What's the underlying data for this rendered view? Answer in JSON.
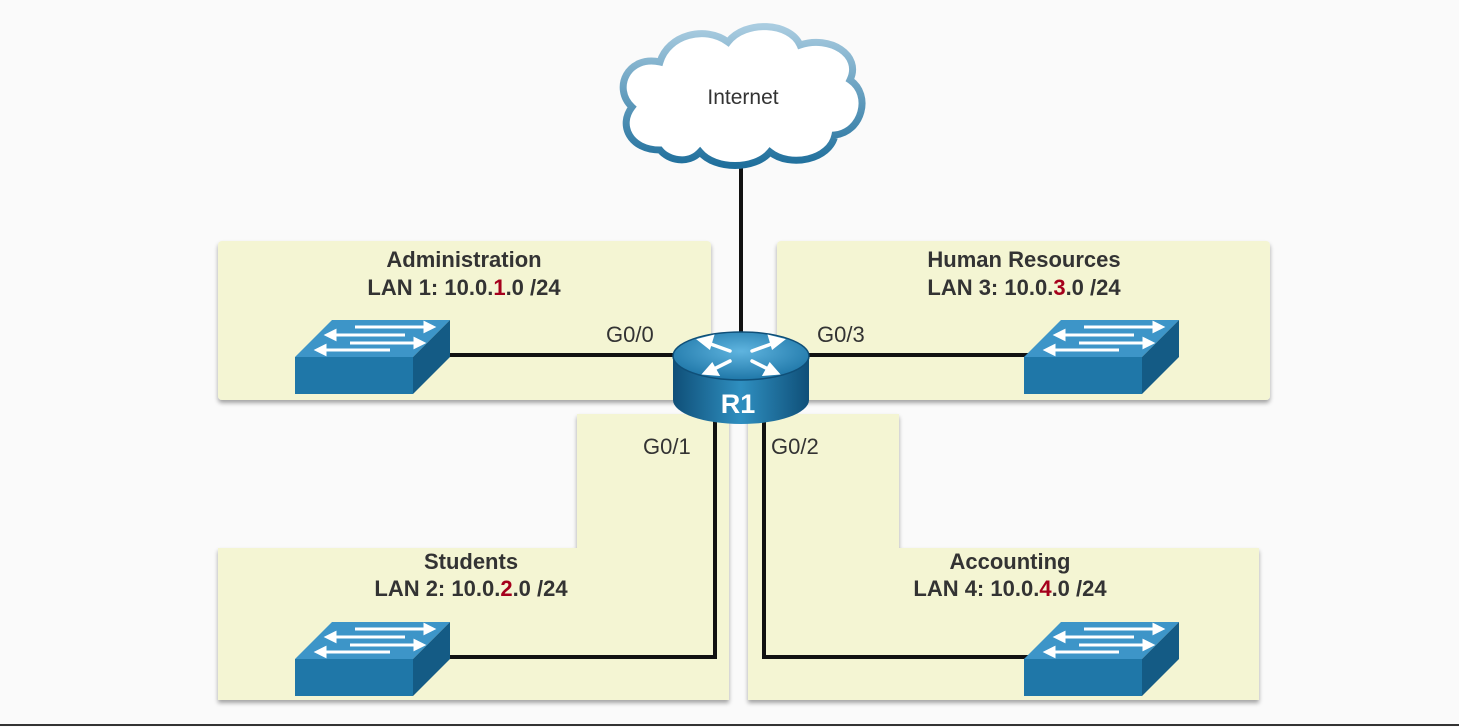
{
  "cloud": {
    "label": "Internet"
  },
  "router": {
    "label": "R1"
  },
  "lans": [
    {
      "title": "Administration",
      "prefix": "LAN 1: 10.0.",
      "octet": "1",
      "suffix": ".0 /24",
      "port": "G0/0"
    },
    {
      "title": "Students",
      "prefix": "LAN 2: 10.0.",
      "octet": "2",
      "suffix": ".0 /24",
      "port": "G0/1"
    },
    {
      "title": "Accounting",
      "prefix": "LAN 4: 10.0.",
      "octet": "4",
      "suffix": ".0 /24",
      "port": "G0/2"
    },
    {
      "title": "Human Resources",
      "prefix": "LAN 3: 10.0.",
      "octet": "3",
      "suffix": ".0 /24",
      "port": "G0/3"
    }
  ],
  "colors": {
    "zone_fill": "#f4f5d3",
    "zone_shadow": "#8e8e8e",
    "device_blue": "#1f77a8",
    "highlight_octet": "#a5001c",
    "link": "#111111"
  }
}
